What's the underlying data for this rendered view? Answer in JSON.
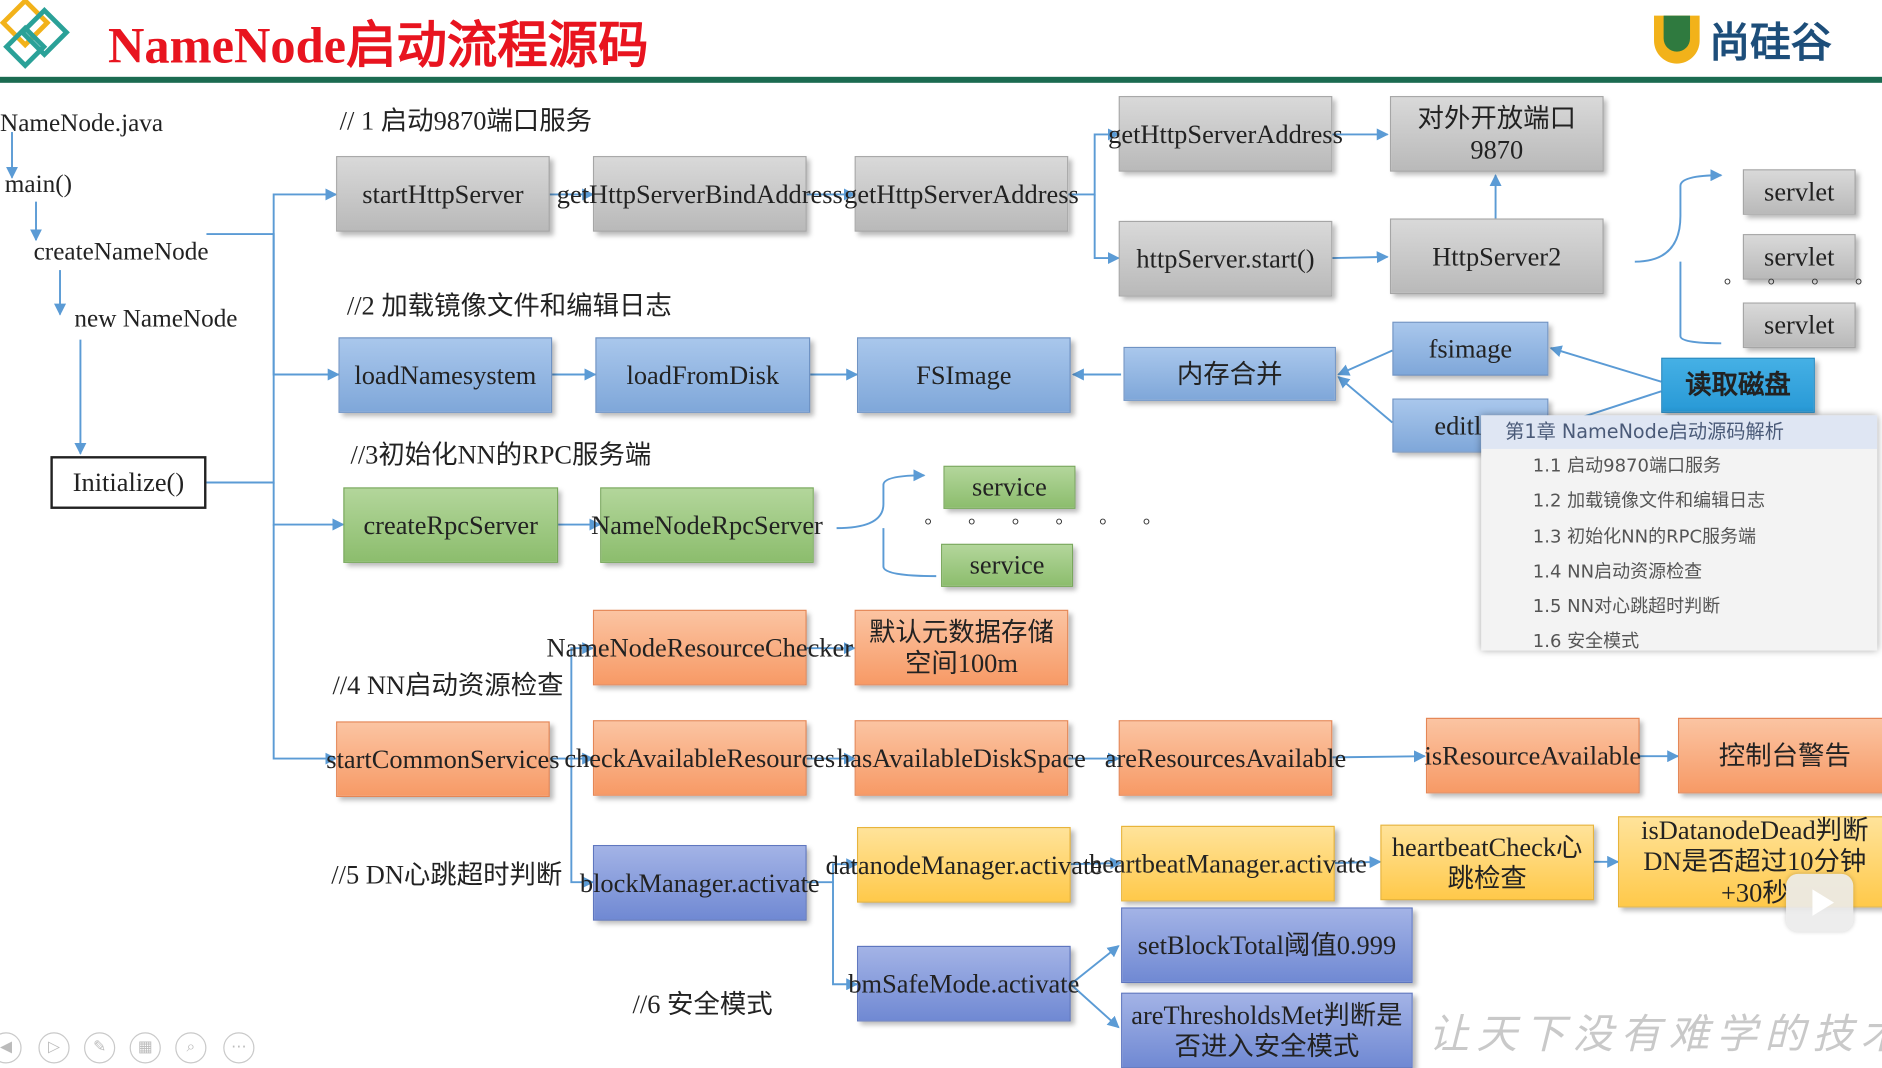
{
  "header": {
    "title": "NameNode启动流程源码",
    "brand": "尚硅谷"
  },
  "left_chain": {
    "file": "NameNode.java",
    "main": "main()",
    "create": "createNameNode",
    "new_nn": "new NameNode",
    "initialize": "Initialize()"
  },
  "steps": {
    "s1": "// 1 启动9870端口服务",
    "s2": "//2 加载镜像文件和编辑日志",
    "s3": "//3初始化NN的RPC服务端",
    "s4": "//4 NN启动资源检查",
    "s5": "//5 DN心跳超时判断",
    "s6": "//6 安全模式"
  },
  "nodes": {
    "startHttpServer": "startHttpServer",
    "getHttpServerBindAddress": "getHttpServerBindAddress",
    "getHttpServerAddress1": "getHttpServerAddress",
    "getHttpServerAddress2": "getHttpServerAddress",
    "port9870": "对外开放端口9870",
    "httpServerStart": "httpServer.start()",
    "httpServer2": "HttpServer2",
    "servlet1": "servlet",
    "servlet2": "servlet",
    "servlet3": "servlet",
    "loadNamesystem": "loadNamesystem",
    "loadFromDisk": "loadFromDisk",
    "fsimageClass": "FSImage",
    "memMerge": "内存合并",
    "fsimage": "fsimage",
    "edits": "editl",
    "readDisk": "读取磁盘",
    "createRpcServer": "createRpcServer",
    "nameNodeRpcServer": "NameNodeRpcServer",
    "service1": "service",
    "service2": "service",
    "resourceChecker": "NameNodeResourceChecker",
    "defaultSpace": "默认元数据存储空间100m",
    "startCommonServices": "startCommonServices",
    "checkAvailableResources": "checkAvailableResources",
    "hasAvailableDiskSpace": "hasAvailableDiskSpace",
    "areResourcesAvailable": "areResourcesAvailable",
    "isResourceAvailable": "isResourceAvailable",
    "consoleWarn": "控制台警告",
    "blockManagerActivate": "blockManager.activate",
    "datanodeManagerActivate": "datanodeManager.activate",
    "heartbeatManagerActivate": "heartbeatManager.activate",
    "heartbeatCheck": "heartbeatCheck心跳检查",
    "isDatanodeDead": "isDatanodeDead判断DN是否超过10分钟+30秒",
    "bmSafeModeActivate": "bmSafeMode.activate",
    "setBlockTotal": "setBlockTotal阈值0.999",
    "areThresholdsMet": "areThresholdsMet判断是否进入安全模式"
  },
  "dots": "° ° ° ° ° °",
  "toc": {
    "heading": "第1章 NameNode启动源码解析",
    "items": [
      "1.1 启动9870端口服务",
      "1.2 加载镜像文件和编辑日志",
      "1.3 初始化NN的RPC服务端",
      "1.4 NN启动资源检查",
      "1.5 NN对心跳超时判断",
      "1.6 安全模式"
    ]
  },
  "watermark": "让天下没有难学的技术",
  "colors": {
    "title": "#e8141f",
    "header_bar": "#1b6b51",
    "arrow": "#5b9bd5",
    "gray": "#bfbfbf",
    "blue": "#8fb4e3",
    "green": "#9bc783",
    "orange": "#f8a574",
    "yellow": "#ffd05c",
    "violet": "#8095da"
  },
  "player_controls": [
    "prev-icon",
    "play-icon",
    "pen-icon",
    "grid-icon",
    "zoom-icon",
    "more-icon"
  ]
}
